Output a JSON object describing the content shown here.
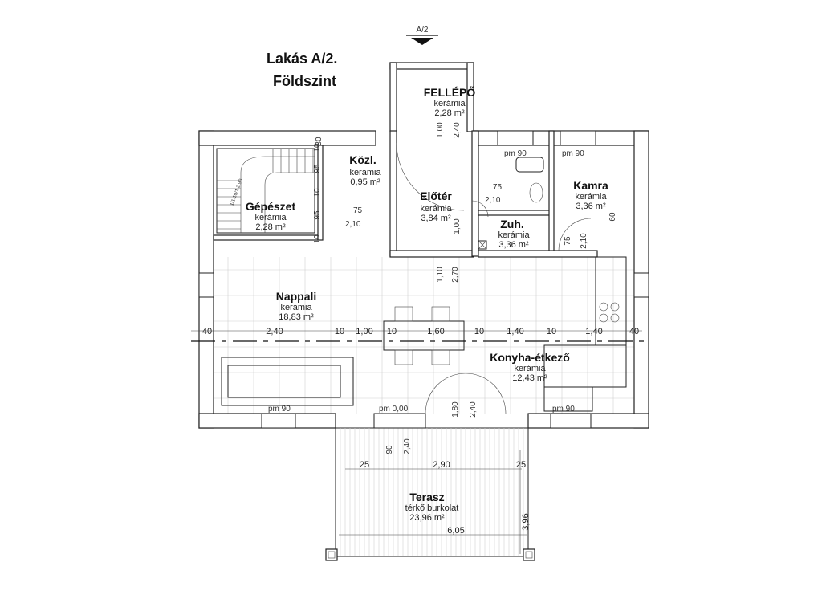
{
  "title": {
    "line1": "Lakás A/2.",
    "line2": "Földszint"
  },
  "section_mark": "A/2",
  "rooms": [
    {
      "id": "fellepo",
      "name": "FELLÉPŐ",
      "material": "kerámia",
      "area": "2,28 m²"
    },
    {
      "id": "kozl",
      "name": "Közl.",
      "material": "kerámia",
      "area": "0,95 m²"
    },
    {
      "id": "gepeszet",
      "name": "Gépészet",
      "material": "kerámia",
      "area": "2,28 m²"
    },
    {
      "id": "eloter",
      "name": "Előtér",
      "material": "kerámia",
      "area": "3,84 m²"
    },
    {
      "id": "kamra",
      "name": "Kamra",
      "material": "kerámia",
      "area": "3,36 m²"
    },
    {
      "id": "zuh",
      "name": "Zuh.",
      "material": "kerámia",
      "area": "3,36 m²"
    },
    {
      "id": "nappali",
      "name": "Nappali",
      "material": "kerámia",
      "area": "18,83 m²"
    },
    {
      "id": "konyha",
      "name": "Konyha-étkező",
      "material": "kerámia",
      "area": "12,43 m²"
    },
    {
      "id": "terasz",
      "name": "Terasz",
      "material": "térkő burkolat",
      "area": "23,96 m²"
    }
  ],
  "dims": {
    "row": [
      "40",
      "2,40",
      "10",
      "1,00",
      "10",
      "1,60",
      "10",
      "1,40",
      "10",
      "1,40",
      "40"
    ],
    "terrace_row": [
      "25",
      "2,90",
      "25"
    ],
    "terrace_width": "6,05",
    "terrace_depth": "3,96",
    "entry_100": "1,00",
    "entry_240": "2,40",
    "mid_110": "1,10",
    "mid_270": "2,70",
    "door_180": "1,80",
    "door_240": "2,40",
    "t_90": "90",
    "t_240": "2,40",
    "d75a": "75",
    "d210a": "2,10",
    "d75b": "75",
    "d210b": "2,10",
    "d75c": "75",
    "d210c": "2,10",
    "d100": "1,00",
    "d60": "60",
    "d30": "30",
    "d95a": "95",
    "d95b": "95",
    "d10a": "10",
    "d10b": "10",
    "d10c": "10"
  },
  "levels": {
    "pm90_a": "pm 90",
    "pm90_b": "pm 90",
    "pm90_c": "pm 90",
    "pm000": "pm 0,00",
    "pm90_left": "pm 90"
  },
  "stair_text": "1/1.10/1.2.90"
}
